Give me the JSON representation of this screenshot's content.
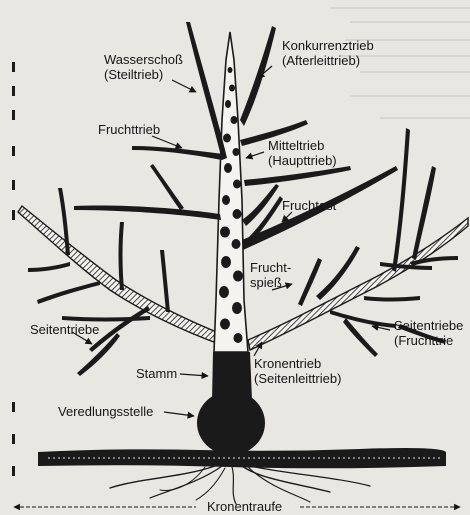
{
  "colors": {
    "paper": "#e9e7e2",
    "ink": "#151515",
    "wood_dark": "#1a1a1a"
  },
  "labels": {
    "wasserschoss": [
      "Wasserschoß",
      "(Steiltrieb)"
    ],
    "konkurrenztrieb": [
      "Konkurrenztrieb",
      "(Afterleittrieb)"
    ],
    "fruchttrieb": "Fruchttrieb",
    "mitteltrieb": [
      "Mitteltrieb",
      "(Haupttrieb)"
    ],
    "fruchtast": "Fruchtast",
    "fruchtspiess": [
      "Frucht-",
      "spieß"
    ],
    "seitentriebe_left": "Seitentriebe",
    "seitentriebe_right": [
      "Seitentriebe",
      "(Fruchttrie"
    ],
    "kronentrieb": [
      "Kronentrieb",
      "(Seitenleittrieb)"
    ],
    "stamm": "Stamm",
    "veredlungsstelle": "Veredlungsstelle",
    "kronentraufe": "Kronentraufe"
  }
}
